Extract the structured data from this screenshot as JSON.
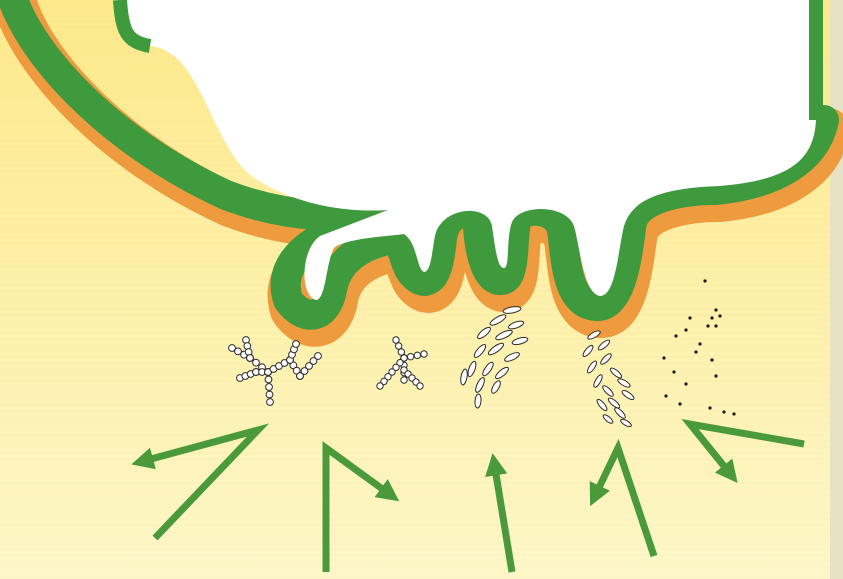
{
  "figure": {
    "colors": {
      "background_top": "#fde98a",
      "background_bottom": "#fdf7c8",
      "orange_layer": "#ee9a3e",
      "green_membrane": "#3f9a3e",
      "cell_interior": "#ffffff",
      "arrow": "#4a9a3c",
      "particle_outline": "#2b2b2b"
    },
    "particle_groups": [
      {
        "name": "branched-chain-large",
        "kind": "bead-chain"
      },
      {
        "name": "branched-chain-small",
        "kind": "bead-chain"
      },
      {
        "name": "rod-cluster",
        "kind": "ellipse-rods"
      },
      {
        "name": "small-rod-cluster",
        "kind": "ellipse-rods"
      },
      {
        "name": "dot-cluster",
        "kind": "dots"
      }
    ],
    "arrows": [
      {
        "name": "arrow-upleft",
        "direction": "up-left"
      },
      {
        "name": "arrow-bend-down-right",
        "direction": "down-right"
      },
      {
        "name": "arrow-up-center",
        "direction": "up"
      },
      {
        "name": "arrow-down-left",
        "direction": "down-left"
      },
      {
        "name": "arrow-down-right",
        "direction": "down-right"
      }
    ]
  }
}
